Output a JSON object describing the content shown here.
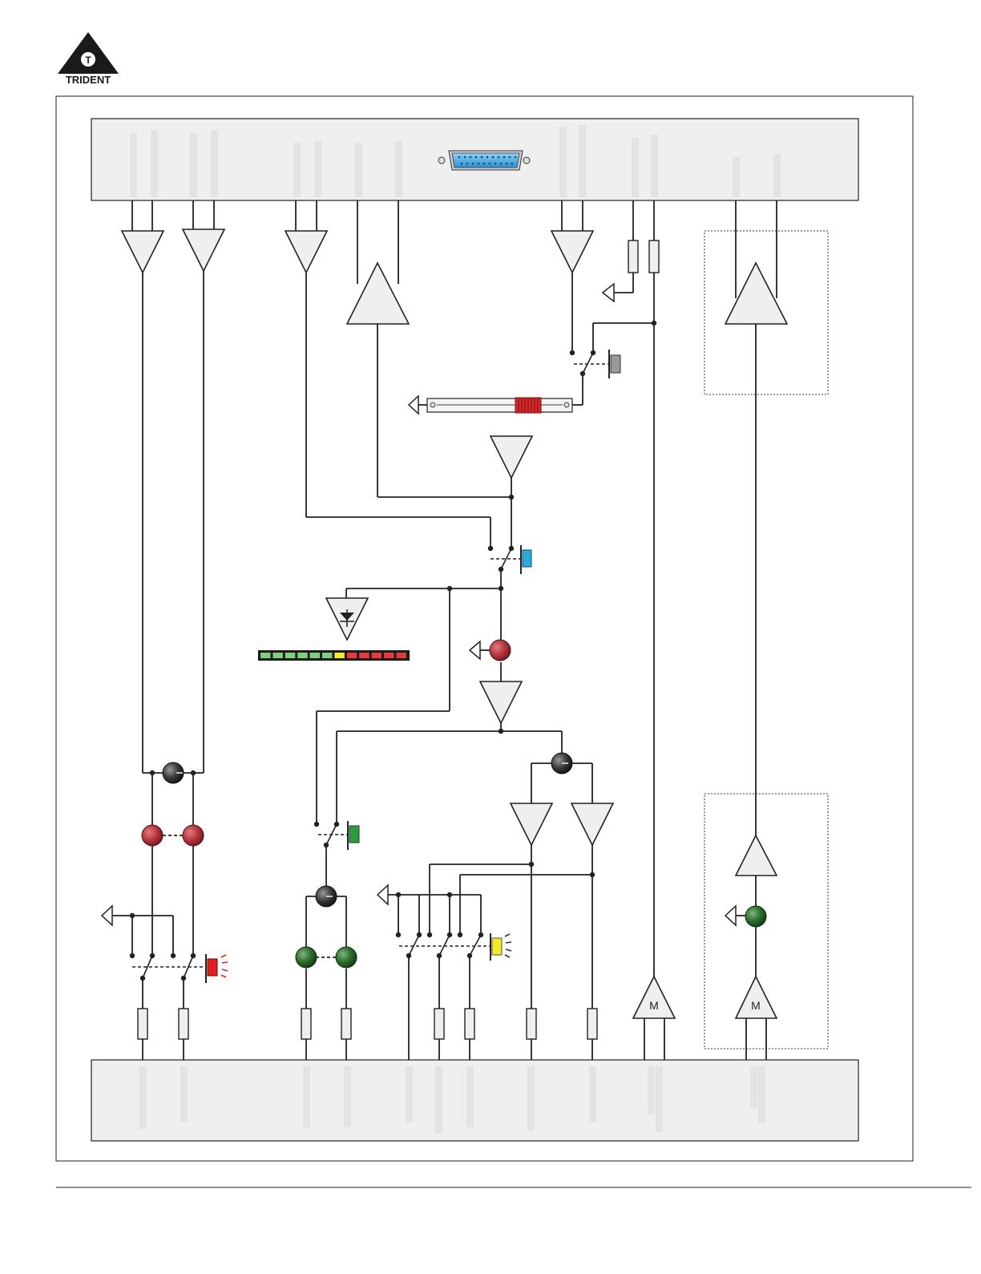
{
  "brand": {
    "name": "TRIDENT",
    "logo_icon": "trident-triangle-logo-icon",
    "color": "#1a1a1a"
  },
  "diagram": {
    "type": "block-diagram",
    "description_visible_text": "",
    "amplifier_symbol_label": "M",
    "colors": {
      "panel": "#efefef",
      "wire": "#222222",
      "connector": "#3aa3e0",
      "fader_cap": "#d6282b",
      "switch_gray": "#999999",
      "switch_blue": "#2da9e0",
      "switch_green": "#2f9a3d",
      "switch_red": "#e02020",
      "switch_yellow": "#f4ea2a",
      "knob_red": "#b03038",
      "knob_black": "#3a3a3a",
      "knob_green": "#2c6e2c",
      "meter_green": "#7ed07a",
      "meter_yellow": "#f4ea2a",
      "meter_red": "#e83a3a"
    },
    "icons": {
      "top_panel_connector": "d-sub-connector-icon",
      "meter": "led-meter-icon",
      "fader": "fader-icon",
      "ground": "ground-arrow-icon"
    },
    "meter": {
      "segments": [
        "green",
        "green",
        "green",
        "green",
        "green",
        "green",
        "yellow",
        "red",
        "red",
        "red",
        "red",
        "red"
      ]
    }
  }
}
